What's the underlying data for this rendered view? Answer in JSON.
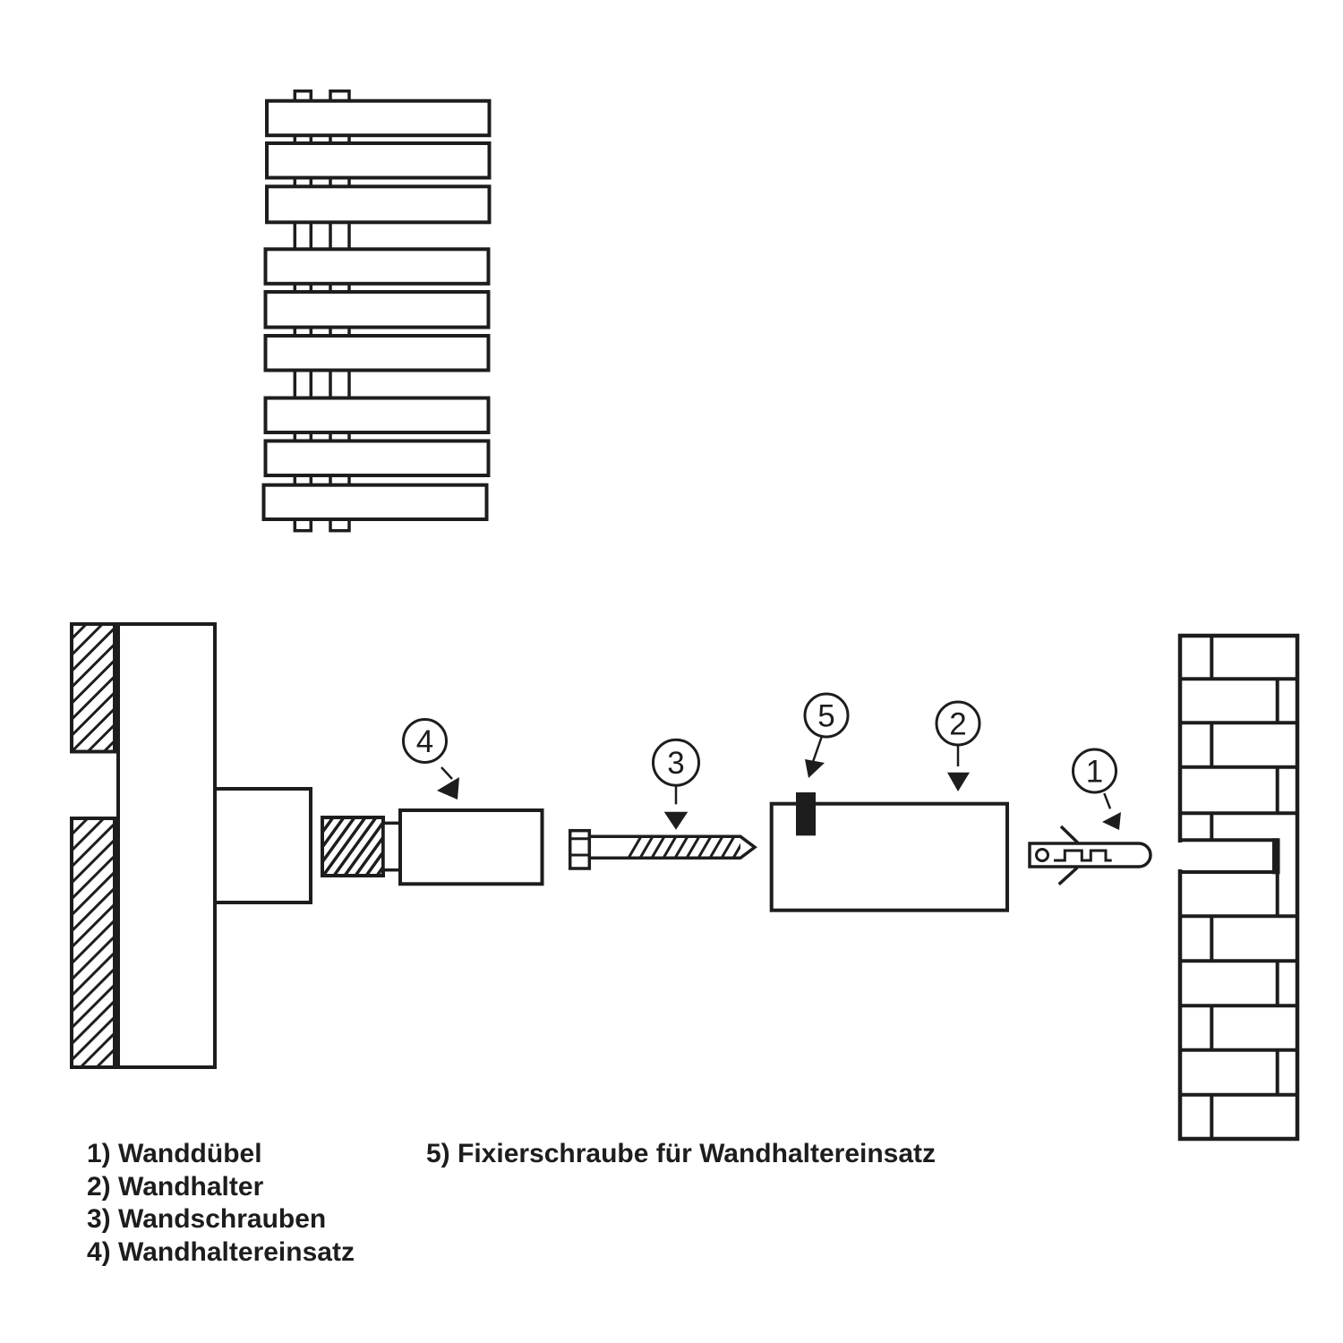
{
  "figure": {
    "type": "towel-radiator-wall-mounting-diagram",
    "callouts": {
      "c1": "1",
      "c2": "2",
      "c3": "3",
      "c4": "4",
      "c5": "5"
    },
    "legend_left": [
      "1) Wanddübel",
      "2) Wandhalter",
      "3) Wandschrauben",
      "4) Wandhaltereinsatz"
    ],
    "legend_right": [
      "5) Fixierschraube für Wandhaltereinsatz"
    ],
    "colors": {
      "ink": "#1d1d1d",
      "paper": "#ffffff"
    }
  }
}
